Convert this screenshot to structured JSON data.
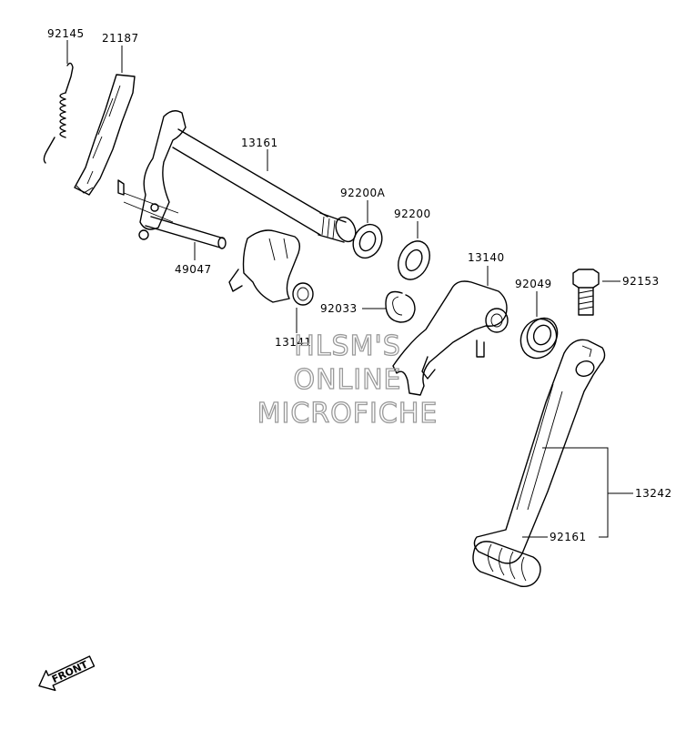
{
  "parts": [
    {
      "number": "92145",
      "icon": "spring-icon"
    },
    {
      "number": "21187",
      "icon": "plate-icon"
    },
    {
      "number": "13161",
      "icon": "shift-shaft-icon"
    },
    {
      "number": "92200A",
      "icon": "washer-icon"
    },
    {
      "number": "92200",
      "icon": "washer-icon"
    },
    {
      "number": "49047",
      "icon": "pin-icon"
    },
    {
      "number": "13140",
      "icon": "lever-icon"
    },
    {
      "number": "92049",
      "icon": "oil-seal-icon"
    },
    {
      "number": "92153",
      "icon": "bolt-icon"
    },
    {
      "number": "92033",
      "icon": "circlip-icon"
    },
    {
      "number": "13141",
      "icon": "ratchet-icon"
    },
    {
      "number": "13242",
      "icon": "shift-pedal-icon"
    },
    {
      "number": "92161",
      "icon": "rubber-icon"
    }
  ],
  "watermark": {
    "line1": "HLSM'S",
    "line2": "ONLINE",
    "line3": "MICROFICHE"
  },
  "front_label": "FRONT"
}
